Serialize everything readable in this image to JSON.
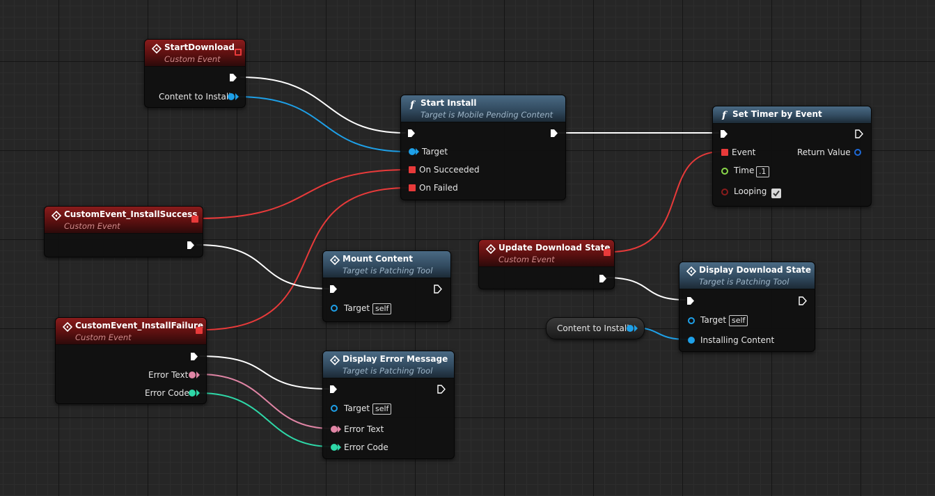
{
  "colors": {
    "exec_wire": "#ffffff",
    "object_wire": "#1ea0e8",
    "delegate_wire": "#e83a3a",
    "text_wire": "#e085a5",
    "int_wire": "#2ed8a8",
    "event_header": "#8a1c1c",
    "function_header": "#4a6a84"
  },
  "icons": {
    "event": "diamond-event-icon",
    "function": "function-f-icon",
    "exec_pin": "exec-arrow-icon",
    "checkbox": "checkmark-icon"
  },
  "nodes": {
    "start_download": {
      "title": "StartDownload",
      "subtitle": "Custom Event",
      "out_content": "Content to Install"
    },
    "install_success": {
      "title": "CustomEvent_InstallSuccess",
      "subtitle": "Custom Event"
    },
    "install_failure": {
      "title": "CustomEvent_InstallFailure",
      "subtitle": "Custom Event",
      "out_error_text": "Error Text",
      "out_error_code": "Error Code"
    },
    "start_install": {
      "title": "Start Install",
      "subtitle": "Target is Mobile Pending Content",
      "in_target": "Target",
      "in_succeeded": "On Succeeded",
      "in_failed": "On Failed"
    },
    "mount_content": {
      "title": "Mount Content",
      "subtitle": "Target is Patching Tool",
      "in_target": "Target",
      "target_default": "self"
    },
    "display_error": {
      "title": "Display Error Message",
      "subtitle": "Target is Patching Tool",
      "in_target": "Target",
      "target_default": "self",
      "in_error_text": "Error Text",
      "in_error_code": "Error Code"
    },
    "update_state": {
      "title": "Update Download State",
      "subtitle": "Custom Event"
    },
    "set_timer": {
      "title": "Set Timer by Event",
      "in_event": "Event",
      "in_time": "Time",
      "time_value": ".1",
      "in_looping": "Looping",
      "looping_checked": true,
      "out_return": "Return Value"
    },
    "display_state": {
      "title": "Display Download State",
      "subtitle": "Target is Patching Tool",
      "in_target": "Target",
      "target_default": "self",
      "in_installing": "Installing Content"
    },
    "content_var": {
      "label": "Content to Install"
    }
  }
}
